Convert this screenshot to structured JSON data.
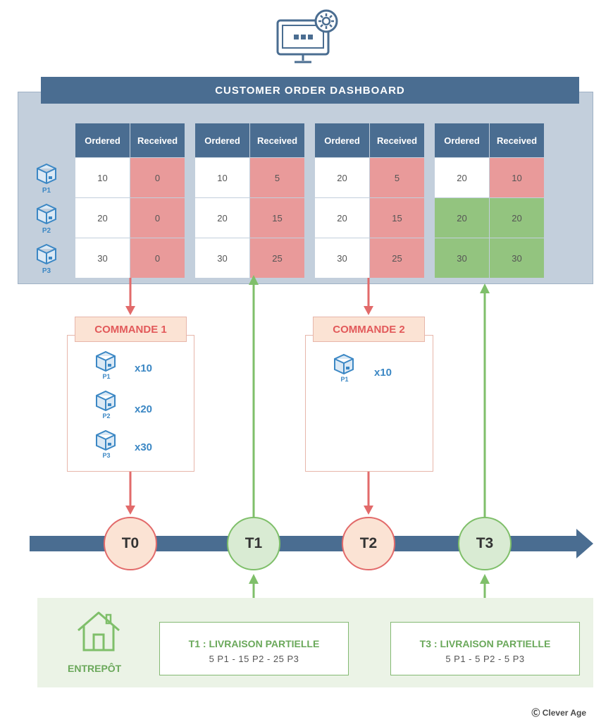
{
  "dashboard": {
    "title": "CUSTOMER ORDER DASHBOARD",
    "col_ordered": "Ordered",
    "col_received": "Received",
    "products": [
      "P1",
      "P2",
      "P3"
    ],
    "snapshots": [
      {
        "rows": [
          {
            "ordered": "10",
            "received": "0",
            "status": "red"
          },
          {
            "ordered": "20",
            "received": "0",
            "status": "red"
          },
          {
            "ordered": "30",
            "received": "0",
            "status": "red"
          }
        ]
      },
      {
        "rows": [
          {
            "ordered": "10",
            "received": "5",
            "status": "red"
          },
          {
            "ordered": "20",
            "received": "15",
            "status": "red"
          },
          {
            "ordered": "30",
            "received": "25",
            "status": "red"
          }
        ]
      },
      {
        "rows": [
          {
            "ordered": "20",
            "received": "5",
            "status": "red"
          },
          {
            "ordered": "20",
            "received": "15",
            "status": "red"
          },
          {
            "ordered": "30",
            "received": "25",
            "status": "red"
          }
        ]
      },
      {
        "rows": [
          {
            "ordered": "20",
            "received": "10",
            "status": "red"
          },
          {
            "ordered": "20",
            "received": "20",
            "status": "green"
          },
          {
            "ordered": "30",
            "received": "30",
            "status": "green"
          }
        ]
      }
    ]
  },
  "commande1": {
    "title": "COMMANDE 1",
    "items": [
      {
        "product": "P1",
        "qty": "x10"
      },
      {
        "product": "P2",
        "qty": "x20"
      },
      {
        "product": "P3",
        "qty": "x30"
      }
    ]
  },
  "commande2": {
    "title": "COMMANDE 2",
    "items": [
      {
        "product": "P1",
        "qty": "x10"
      }
    ]
  },
  "timeline": [
    "T0",
    "T1",
    "T2",
    "T3"
  ],
  "warehouse": {
    "label": "ENTREPÔT",
    "t1_title": "T1 : LIVRAISON PARTIELLE",
    "t1_detail": "5 P1 - 15 P2 - 25 P3",
    "t3_title": "T3 : LIVRAISON PARTIELLE",
    "t3_detail": "5 P1 - 5 P2 - 5 P3"
  },
  "credit": "Ⓒ Clever Age",
  "colors": {
    "header": "#4a6d91",
    "red_cell": "#e99a9a",
    "green_cell": "#93c47f",
    "red_arrow": "#e26a6a",
    "green_arrow": "#7fbf6a",
    "blue_icon": "#3b87c4"
  }
}
